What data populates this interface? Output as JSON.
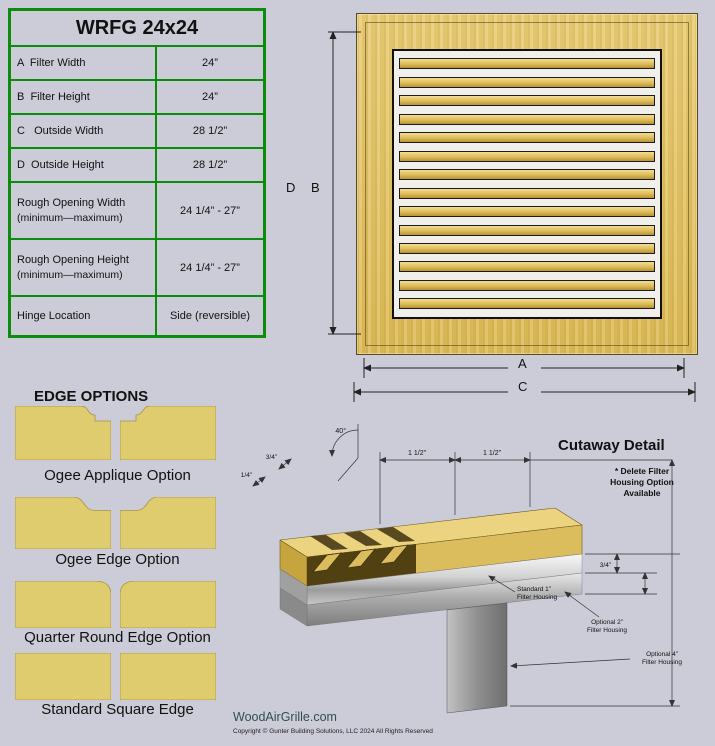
{
  "spec_table": {
    "title": "WRFG 24x24",
    "rows": [
      {
        "label": "A  Filter Width",
        "sub": "",
        "value": "24”"
      },
      {
        "label": "B  Filter Height",
        "sub": "",
        "value": "24”"
      },
      {
        "label": "C   Outside Width",
        "sub": "",
        "value": "28 1/2”"
      },
      {
        "label": "D  Outside Height",
        "sub": "",
        "value": "28 1/2”"
      },
      {
        "label": "Rough Opening Width",
        "sub": "(minimum—maximum)",
        "value": "24 1/4” - 27”"
      },
      {
        "label": "Rough Opening Height",
        "sub": "(minimum—maximum)",
        "value": "24 1/4” - 27”"
      },
      {
        "label": "Hinge Location",
        "sub": "",
        "value": "Side (reversible)"
      }
    ]
  },
  "grille": {
    "louver_count": 14,
    "dim_a": "A",
    "dim_b": "B",
    "dim_c": "C",
    "dim_d": "D",
    "wood_color": "#e2c260"
  },
  "edge_options": {
    "heading": "EDGE OPTIONS",
    "items": [
      {
        "label": "Ogee Applique Option"
      },
      {
        "label": "Ogee Edge Option"
      },
      {
        "label": "Quarter Round Edge Option"
      },
      {
        "label": "Standard Square Edge"
      }
    ]
  },
  "cutaway": {
    "title": "Cutaway Detail",
    "note_line1": "* Delete Filter",
    "note_line2": "Housing Option",
    "note_line3": "Available",
    "labels": {
      "angle": "40°",
      "slat_thickness": "3/4”",
      "slat_gap": "1/4”",
      "lip_left": "1 1/2”",
      "lip_right": "1 1/2”",
      "edge_side": "3/4”",
      "housing_standard_1": "Standard 1”",
      "housing_standard_2": "Filter Housing",
      "housing_opt2_1": "Optional 2”",
      "housing_opt2_2": "Filter Housing",
      "housing_opt4_1": "Optional 4”",
      "housing_opt4_2": "Filter Housing"
    }
  },
  "footer": {
    "website": "WoodAirGrille.com",
    "copyright": "Copyright ©  Gunter Building Solutions, LLC 2024 All Rights Reserved"
  }
}
